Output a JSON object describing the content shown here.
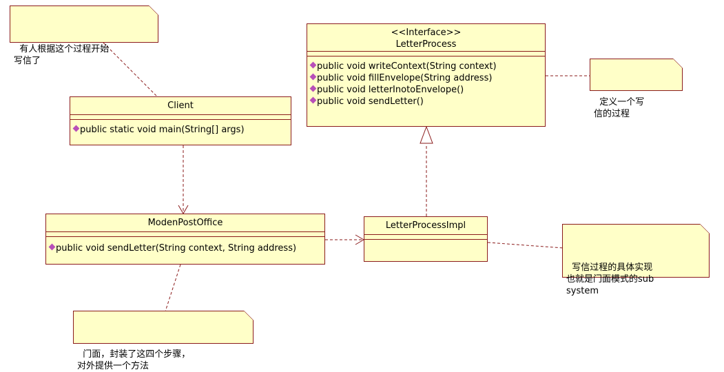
{
  "notes": {
    "client_note": "有人根据这个过程开始\n写信了",
    "process_note": "定义一个写\n信的过程",
    "impl_note": "写信过程的具体实现\n也就是门面模式的sub\nsystem",
    "facade_note": "门面，封装了这四个步骤，\n对外提供一个方法"
  },
  "classes": {
    "letter_process": {
      "stereotype": "<<Interface>>",
      "name": "LetterProcess",
      "ops": [
        "public void writeContext(String context)",
        "public void fillEnvelope(String address)",
        "public void letterInotoEnvelope()",
        "public void sendLetter()"
      ]
    },
    "client": {
      "name": "Client",
      "ops": [
        "public static void main(String[] args)"
      ]
    },
    "moden_post_office": {
      "name": "ModenPostOffice",
      "ops": [
        "public void sendLetter(String context, String address)"
      ]
    },
    "letter_process_impl": {
      "name": "LetterProcessImpl"
    }
  },
  "colors": {
    "fill": "#ffffc8",
    "border": "#8a1a1a",
    "operation_marker": "#b84fb8"
  }
}
